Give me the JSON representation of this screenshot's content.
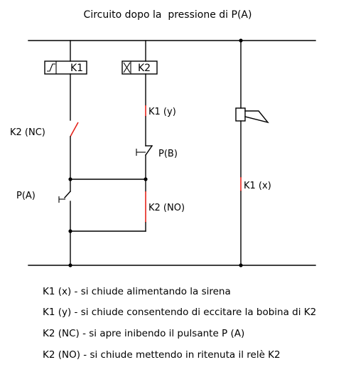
{
  "title": "Circuito dopo la  pressione di P(A)",
  "coils": {
    "k1": {
      "label": "K1",
      "symbol": "delayed-coil-icon"
    },
    "k2": {
      "label": "K2",
      "symbol": "x-coil-icon"
    }
  },
  "contacts": {
    "k2_nc": "K2 (NC)",
    "pa": "P(A)",
    "k1_y": "K1 (y)",
    "pb": "P(B)",
    "k2_no": "K2 (NO)",
    "k1_x": "K1 (x)"
  },
  "siren": {
    "symbol": "horn-icon"
  },
  "legend": [
    "K1 (x) - si chiude alimentando la sirena",
    "K1 (y) - si chiude consentendo di eccitare la bobina di K2",
    "K2 (NC) - si apre inibendo il pulsante P (A)",
    "K2 (NO) - si chiude mettendo in ritenuta il relè K2"
  ],
  "colors": {
    "wire": "#000000",
    "highlight": "#e5231b"
  }
}
